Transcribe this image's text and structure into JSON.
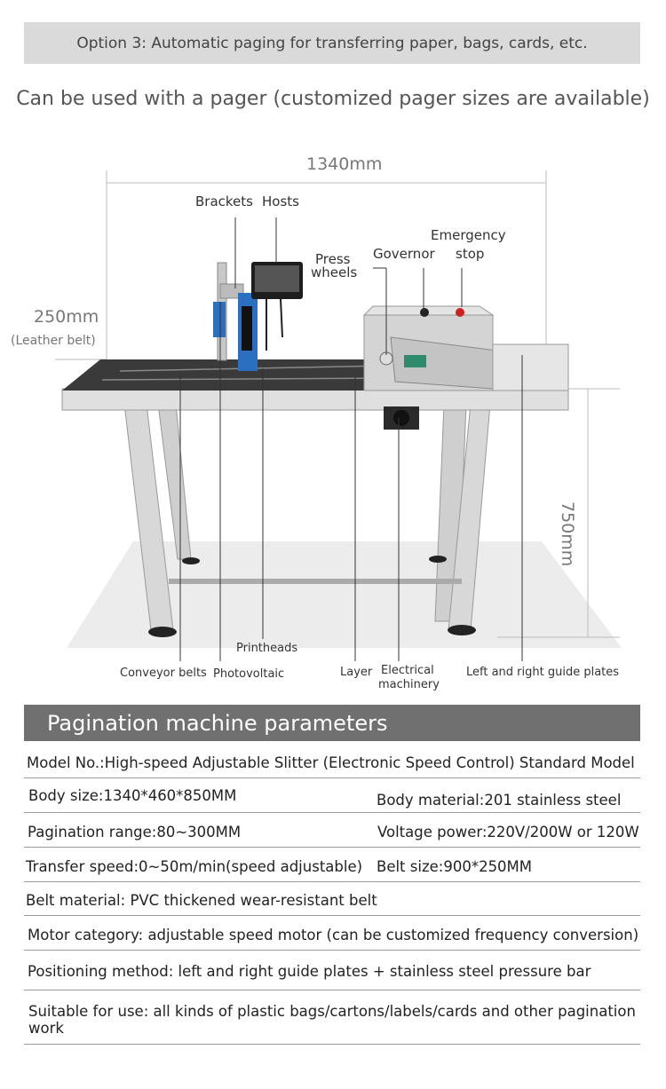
{
  "banner": "Option 3: Automatic paging for transferring paper, bags, cards, etc.",
  "subtitle": "Can be used with a pager (customized pager sizes are available)",
  "diagram": {
    "width_dim": "1340mm",
    "belt_dim": "250mm",
    "belt_note": "(Leather belt)",
    "height_dim": "750mm",
    "labels": {
      "brackets": "Brackets",
      "hosts": "Hosts",
      "press_wheels_1": "Press",
      "press_wheels_2": "wheels",
      "governor": "Governor",
      "emergency_1": "Emergency",
      "emergency_2": "stop",
      "printheads": "Printheads",
      "conveyor_belts": "Conveyor belts",
      "photovoltaic": "Photovoltaic",
      "layer": "Layer",
      "electrical_1": "Electrical",
      "electrical_2": "machinery",
      "guide_plates": "Left and right guide plates"
    }
  },
  "params": {
    "title": "Pagination machine parameters",
    "model": "Model No.:High-speed Adjustable Slitter (Electronic Speed Control) Standard Model",
    "body_size": "Body size:1340*460*850MM",
    "body_material": "Body material:201 stainless steel",
    "pagination_range": "Pagination range:80~300MM",
    "voltage": "Voltage power:220V/200W or 120W",
    "transfer_speed": "Transfer speed:0~50m/min(speed adjustable)",
    "belt_size": "Belt size:900*250MM",
    "belt_material": "Belt material: PVC thickened wear-resistant belt",
    "motor": "Motor category: adjustable speed motor (can be customized frequency conversion)",
    "positioning": "Positioning method: left and right guide plates + stainless steel pressure bar",
    "suitable": "Suitable for use: all kinds of plastic bags/cartons/labels/cards and other pagination work"
  }
}
